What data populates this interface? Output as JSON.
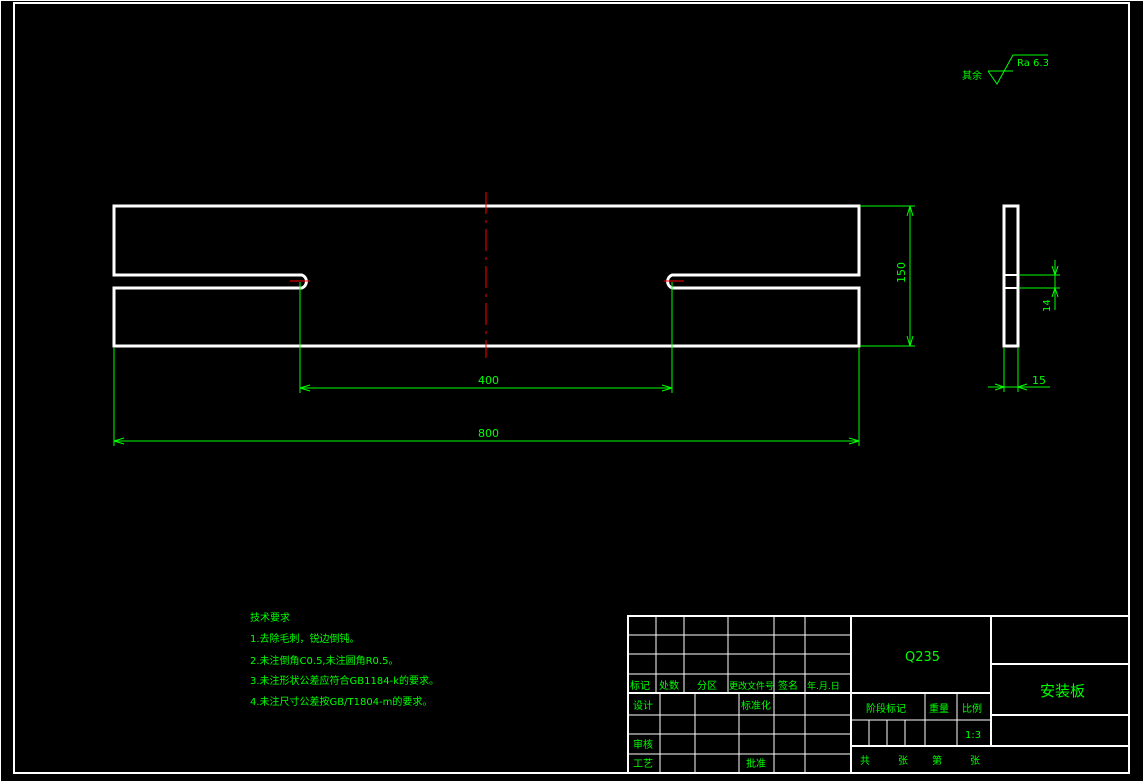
{
  "surface_finish": {
    "prefix": "其余",
    "value": "Ra 6.3"
  },
  "dimensions": {
    "height": "150",
    "slot_spacing": "400",
    "length": "800",
    "thickness": "15",
    "slot_width": "14"
  },
  "tech_requirements": {
    "title": "技术要求",
    "items": [
      "1.去除毛刺，锐边倒钝。",
      "2.未注倒角C0.5,未注圆角R0.5。",
      "3.未注形状公差应符合GB1184-k的要求。",
      "4.未注尺寸公差按GB/T1804-m的要求。"
    ]
  },
  "title_block": {
    "material": "Q235",
    "part_name": "安装板",
    "rev_headers": [
      "标记",
      "处数",
      "分区",
      "更改文件号",
      "签名",
      "年.月.日"
    ],
    "design": "设计",
    "standardize": "标准化",
    "review": "审核",
    "process": "工艺",
    "approve": "批准",
    "stage_mark": "阶段标记",
    "weight": "重量",
    "scale": "比例",
    "scale_value": "1:3",
    "sheets_total": "共",
    "sheets_unit1": "张",
    "sheet_no": "第",
    "sheets_unit2": "张"
  },
  "colors": {
    "background": "#000000",
    "outline": "#ffffff",
    "dimension": "#00ff00",
    "centerline": "#ff0000"
  }
}
